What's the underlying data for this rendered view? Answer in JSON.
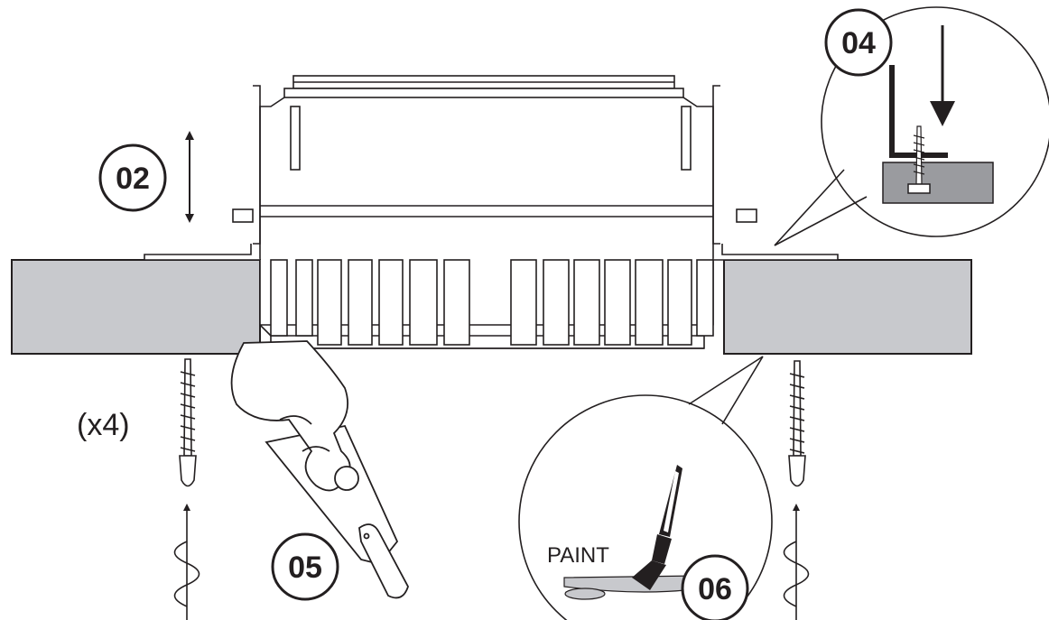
{
  "labels": {
    "step_02": "02",
    "step_04": "04",
    "step_05": "05",
    "step_06": "06",
    "quantity": "(x4)",
    "paint": "PAINT"
  },
  "colors": {
    "line": "#231f20",
    "board": "#c8c9cd",
    "detail_board": "#9a9b9f",
    "paper": "#ffffff"
  }
}
